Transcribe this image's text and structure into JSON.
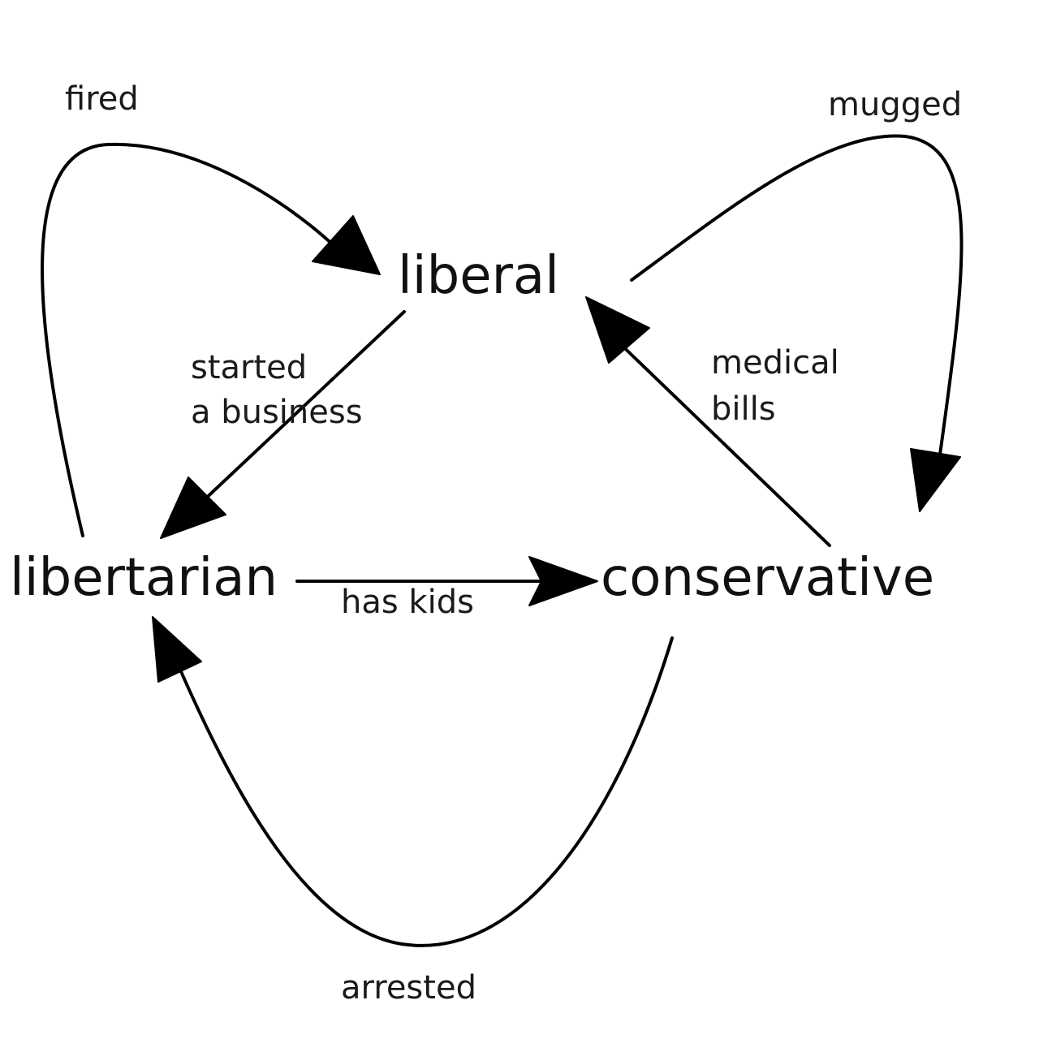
{
  "nodes": {
    "liberal": "liberal",
    "libertarian": "libertarian",
    "conservative": "conservative"
  },
  "edges": {
    "fired": "fired",
    "mugged": "mugged",
    "started_line1": "started",
    "started_line2": "a business",
    "medical_line1": "medical",
    "medical_line2": "bills",
    "has_kids": "has kids",
    "arrested": "arrested"
  }
}
